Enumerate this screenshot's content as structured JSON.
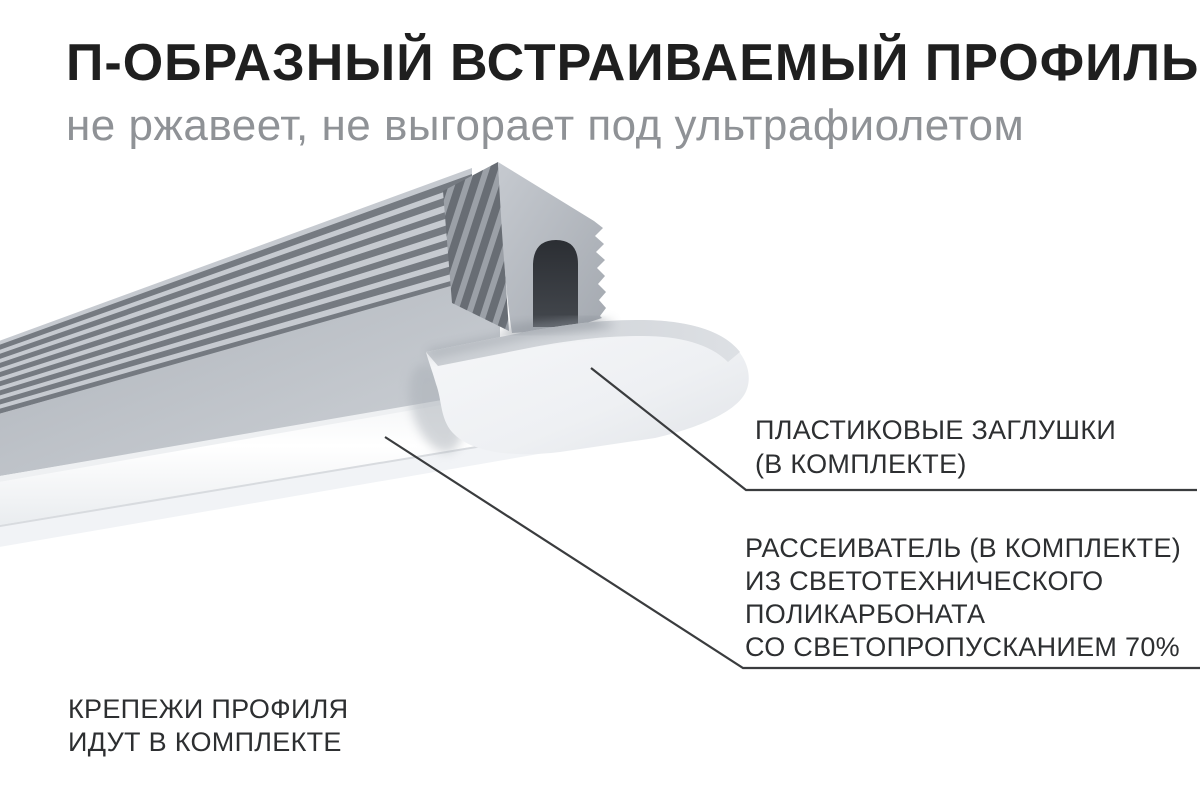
{
  "header": {
    "title": "П-ОБРАЗНЫЙ ВСТРАИВАЕМЫЙ ПРОФИЛЬ",
    "subtitle": "не ржавеет, не выгорает под ультрафиолетом"
  },
  "callouts": {
    "end_caps": {
      "lines": [
        "ПЛАСТИКОВЫЕ ЗАГЛУШКИ",
        "(В КОМПЛЕКТЕ)"
      ]
    },
    "diffuser": {
      "lines": [
        "РАССЕИВАТЕЛЬ (В КОМПЛЕКТЕ)",
        "ИЗ СВЕТОТЕХНИЧЕСКОГО",
        "ПОЛИКАРБОНАТА",
        "СО СВЕТОПРОПУСКАНИЕМ 70%"
      ]
    },
    "mounting": {
      "lines": [
        "КРЕПЕЖИ ПРОФИЛЯ",
        "ИДУТ В КОМПЛЕКТЕ"
      ]
    }
  },
  "colors": {
    "background": "#ffffff",
    "title_text": "#1f1f1f",
    "subtitle_text": "#8f9296",
    "label_text": "#2d2f31",
    "leader_line": "#3a3c3e",
    "fin_dark": "#757a81",
    "fin_light": "#c6cad0",
    "diffuser_white": "#fbfcfd",
    "end_cap_plastic": "#eef0f3"
  }
}
